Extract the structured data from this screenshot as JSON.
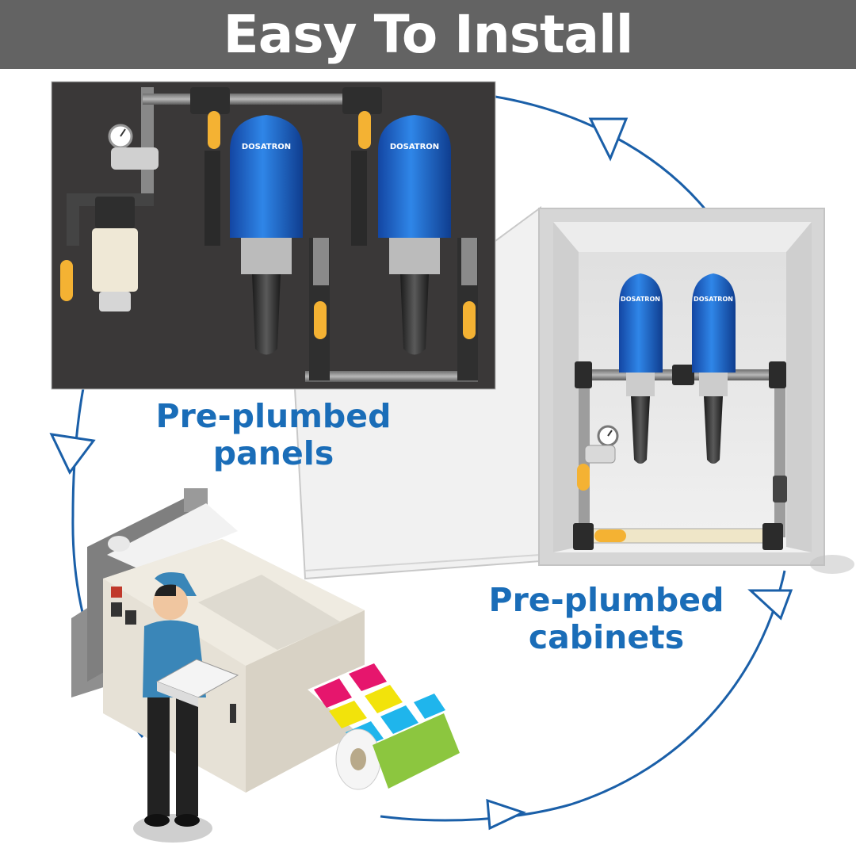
{
  "header": {
    "title": "Easy To Install"
  },
  "captions": {
    "panels": [
      "Pre-plumbed",
      "panels"
    ],
    "cabinets": [
      "Pre-plumbed",
      "cabinets"
    ]
  },
  "brand": {
    "pump_logo_text": "DOSATRON"
  },
  "colors": {
    "header_bg": "#636363",
    "caption_blue": "#1a6db8",
    "pump_blue": "#1f6fd0",
    "valve_yellow": "#f4b233",
    "panel_bg": "#3a3838",
    "cycle_arrow": "#1a5fa8"
  },
  "icons": [
    "cycle-arrow-icon",
    "dosatron-pump-icon",
    "ball-valve-icon",
    "pressure-gauge-icon",
    "water-filter-icon"
  ]
}
